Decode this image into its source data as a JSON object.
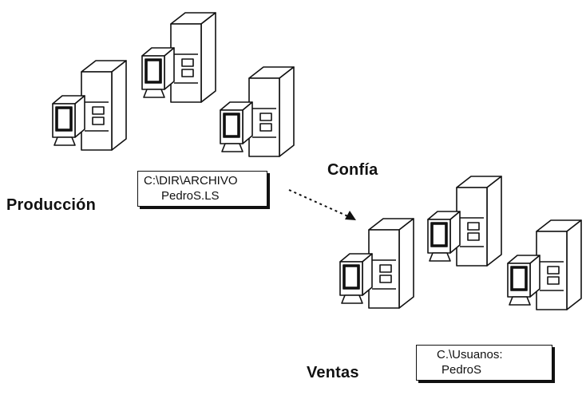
{
  "domains": {
    "produccion": {
      "label": "Producción",
      "path_line1": "C:\\DIR\\ARCHIVO",
      "path_line2": "PedroS.LS"
    },
    "ventas": {
      "label": "Ventas",
      "path_line1": "C.\\Usuanos:",
      "path_line2": "PedroS"
    }
  },
  "trust": {
    "label": "Confía"
  },
  "icons": {
    "workstation": "computer-tower-monitor-icon"
  }
}
